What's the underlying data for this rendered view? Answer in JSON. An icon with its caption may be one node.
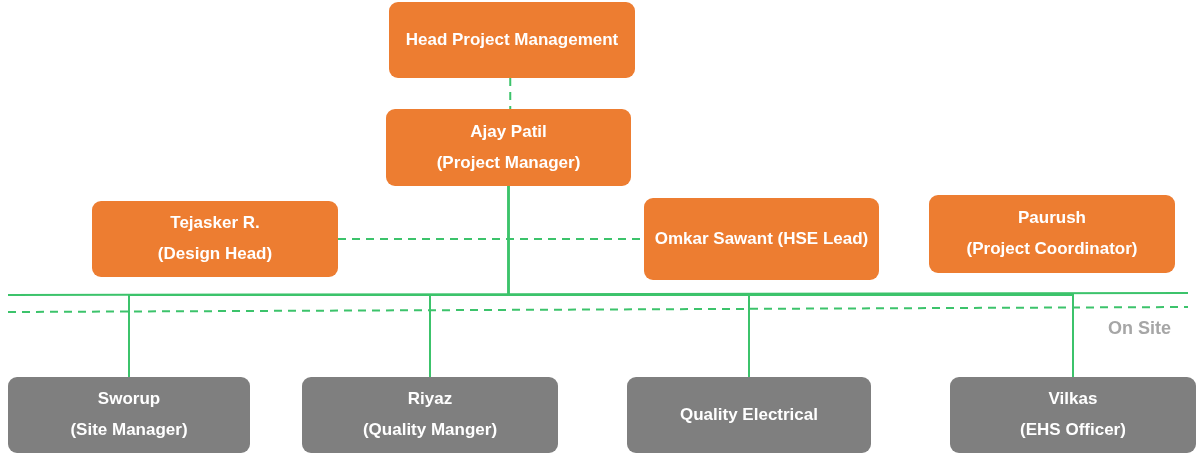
{
  "diagram": {
    "nodes": [
      {
        "text": [
          "Head Project Management"
        ]
      },
      {
        "text": [
          "Ajay Patil",
          "(Project Manager)"
        ]
      },
      {
        "text": [
          "Tejasker R.",
          "(Design Head)"
        ]
      },
      {
        "text": [
          "Omkar Sawant (HSE Lead)"
        ]
      },
      {
        "text": [
          "Paurush",
          "(Project Coordinator)"
        ]
      },
      {
        "text": [
          "Sworup",
          "(Site Manager)"
        ]
      },
      {
        "text": [
          "Riyaz",
          "(Quality Manger)"
        ]
      },
      {
        "text": [
          "Quality Electrical"
        ]
      },
      {
        "text": [
          "Vilkas",
          "(EHS Officer)"
        ]
      }
    ],
    "edges": [
      {
        "from": 0,
        "to": 1,
        "arrow": "none",
        "style": "dashed"
      },
      {
        "from": 2,
        "to": 3,
        "arrow": "none",
        "style": "dashed"
      },
      {
        "from": 1,
        "to": 5,
        "arrow": "none"
      },
      {
        "from": 1,
        "to": 6,
        "arrow": "none"
      },
      {
        "from": 1,
        "to": 7,
        "arrow": "none"
      },
      {
        "from": 1,
        "to": 8,
        "arrow": "none"
      }
    ],
    "labels": [
      "On Site"
    ]
  }
}
